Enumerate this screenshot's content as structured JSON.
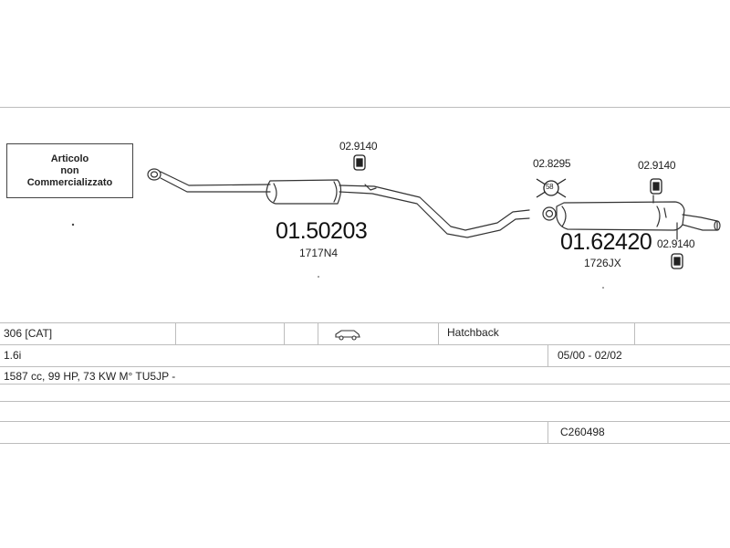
{
  "notice": {
    "line1": "Articolo",
    "line2": "non",
    "line3": "Commercializzato"
  },
  "parts": {
    "front": {
      "number": "01.50203",
      "code": "1717N4"
    },
    "rear": {
      "number": "01.62420",
      "code": "1726JX"
    }
  },
  "clamps": {
    "front_hanger": "02.9140",
    "rear_clamp": "02.8295",
    "rear_clamp_badge": "58",
    "rear_hanger_top": "02.9140",
    "rear_hanger_bottom": "02.9140"
  },
  "vehicle": {
    "model": "306  [CAT]",
    "body_type": "Hatchback",
    "engine": "1.6i",
    "years": "05/00 - 02/02",
    "specs": "1587 cc, 99 HP, 73 KW M° TU5JP -",
    "ref_code": "C260498",
    "body_icon": "car-icon"
  }
}
